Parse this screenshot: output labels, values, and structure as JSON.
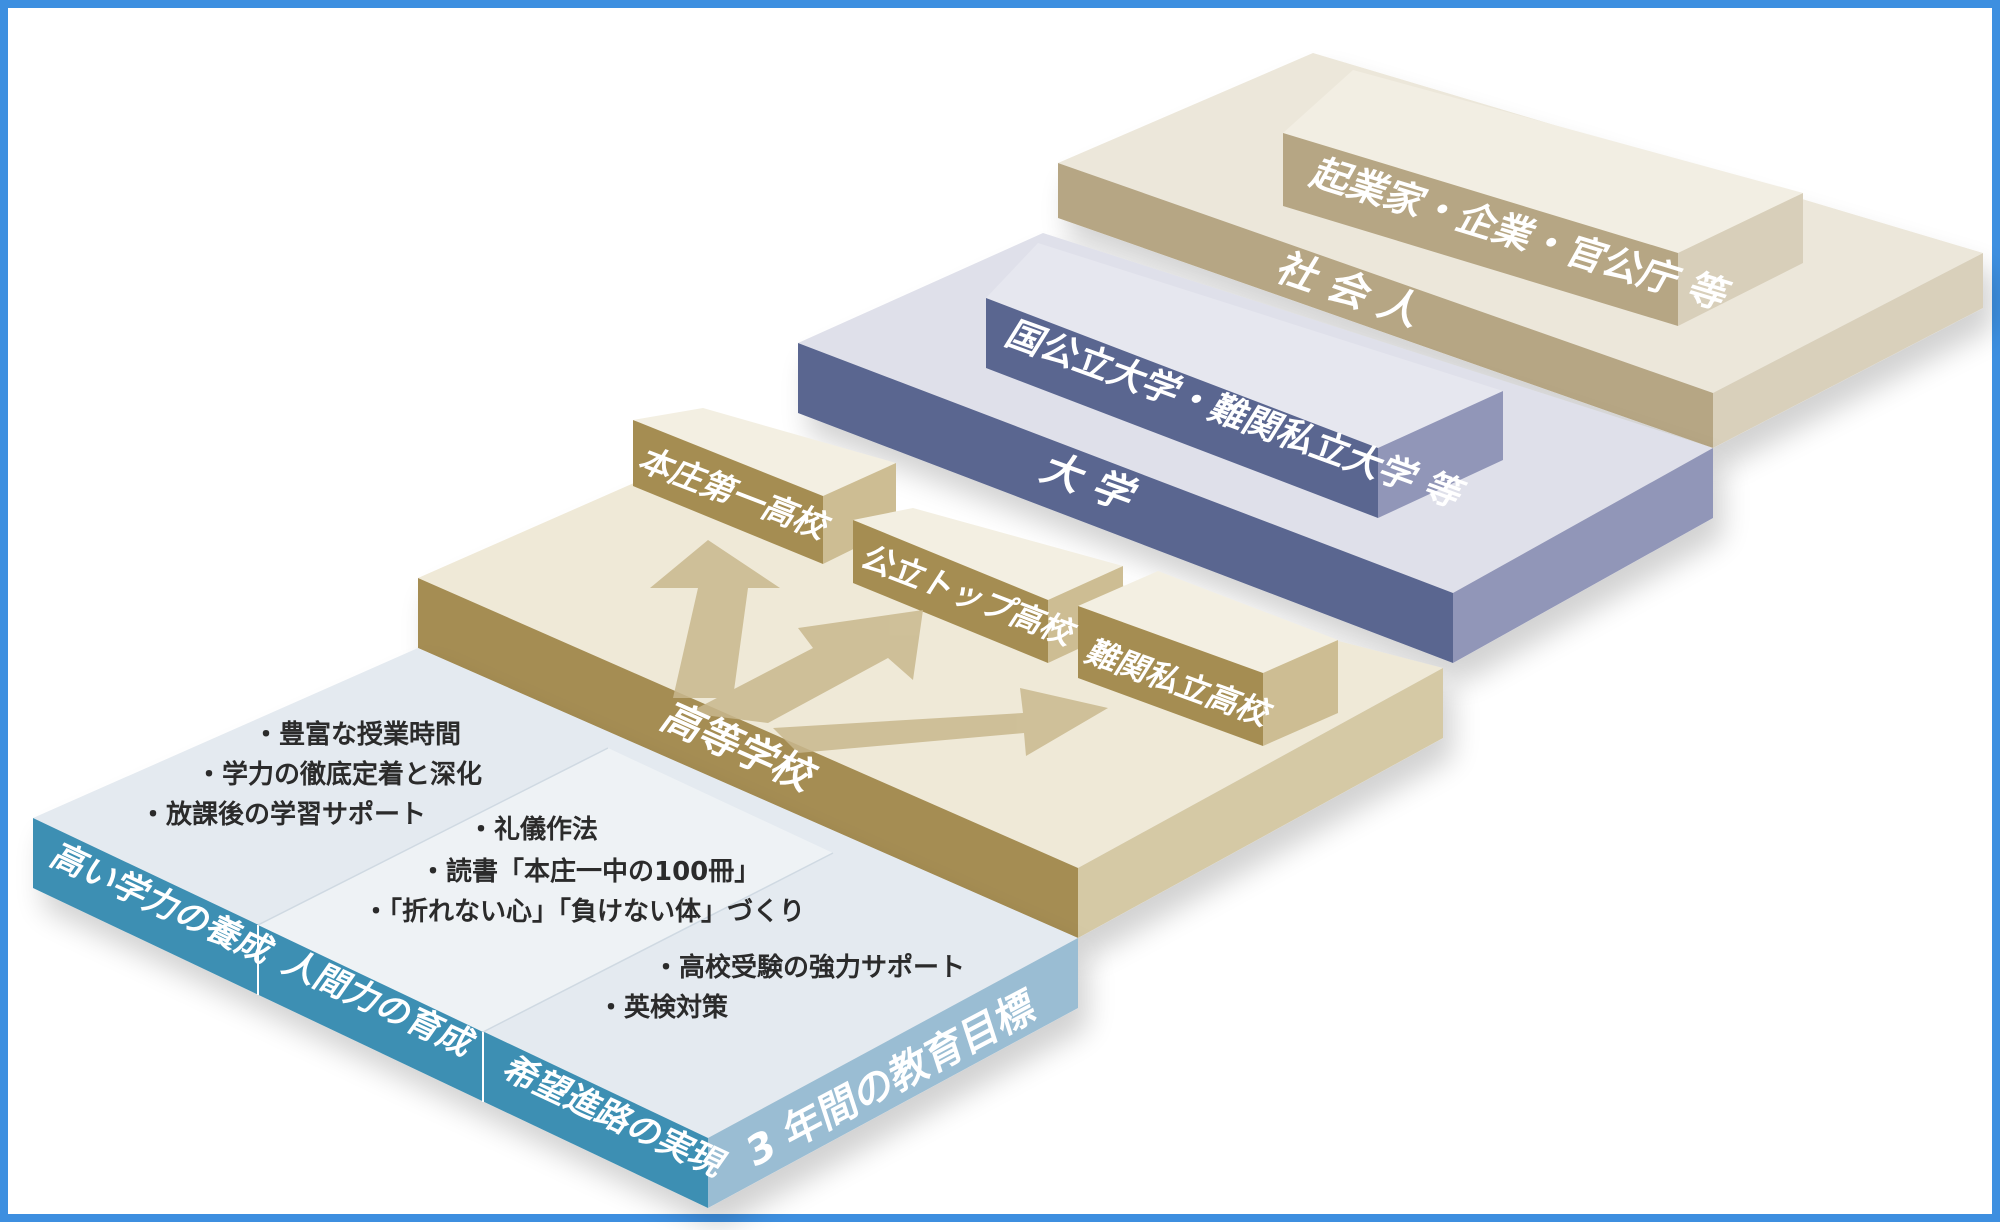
{
  "labels": {
    "society_companies": "起業家・企業・官公庁 等",
    "society": "社 会 人",
    "university_targets": "国公立大学・難関私立大学 等",
    "university": "大 学",
    "school_honjo": "本庄第一高校",
    "school_public": "公立トップ高校",
    "school_private": "難関私立高校",
    "high_school": "高等学校",
    "goal_academic": "高い学力の養成",
    "goal_character": "人間力の育成",
    "goal_career": "希望進路の実現",
    "three_year_goals": "3 年間の教育目標"
  },
  "bullets": {
    "academic": [
      "・豊富な授業時間",
      "・学力の徹底定着と深化",
      "・放課後の学習サポート"
    ],
    "character": [
      "・礼儀作法",
      "・読書「本庄一中の100冊」",
      "・「折れない心」「負けない体」づくり"
    ],
    "career": [
      "・高校受験の強力サポート",
      "・英検対策"
    ]
  },
  "colors": {
    "frame": "#3d8fe0",
    "society_top": "#ece7da",
    "society_front": "#b6a684",
    "university_top": "#dfe0ea",
    "university_front": "#5a6690",
    "high_school_top": "#efe9d7",
    "high_school_front": "#a58d52",
    "goals_top": "#e4eaf0",
    "goals_front": "#3e8fb3"
  }
}
